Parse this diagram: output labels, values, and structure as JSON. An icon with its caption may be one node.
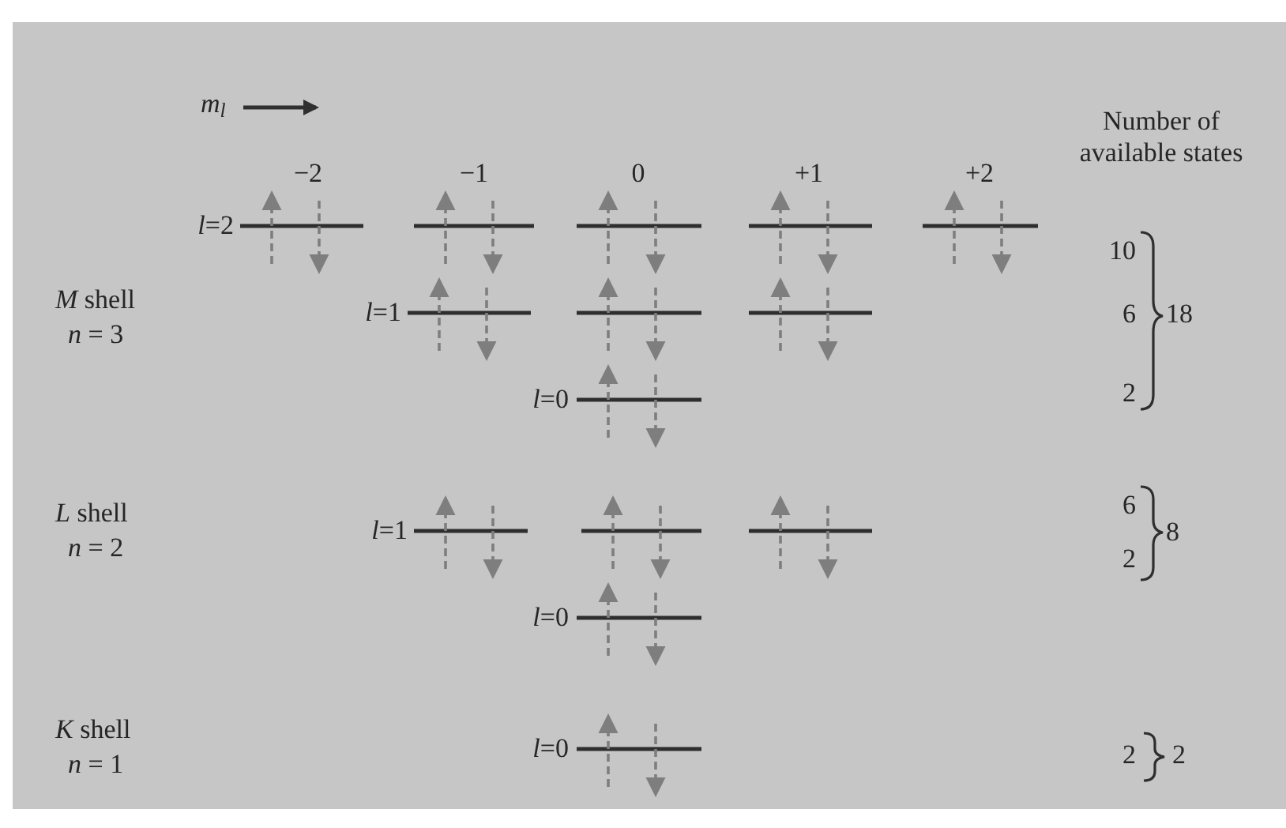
{
  "diagram": {
    "labels": [
      "m$_{l}$",
      "Number of available states",
      "−2",
      "−1",
      "0",
      "+1",
      "+2",
      "*l*=2",
      "10",
      "*M* shell",
      "*n* = 3",
      "*l*=1",
      "6",
      "18",
      "*l*=0",
      "2",
      "*L* shell",
      "*n* = 2",
      "*l*=1",
      "6",
      "8",
      "*l*=0",
      "2",
      "*K* shell",
      "*n* = 1",
      "*l*=0",
      "2",
      "2"
    ]
  }
}
